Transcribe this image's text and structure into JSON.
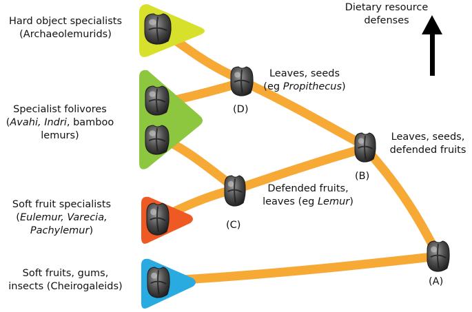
{
  "groups": {
    "hard_object": {
      "line1": "Hard object specialists",
      "line2": "(Archaeolemurids)"
    },
    "specialist_folivores": {
      "line1": "Specialist folivores",
      "line2_italic": "Avahi, Indri",
      "line2_rest": ", bamboo",
      "line3": "lemurs)"
    },
    "soft_fruit": {
      "line1": "Soft fruit specialists",
      "line2": "Eulemur, Varecia,",
      "line3": "Pachylemur"
    },
    "soft_fruits_gums": {
      "line1": "Soft fruits, gums,",
      "line2": "insects (Cheirogaleids)"
    }
  },
  "nodes": {
    "A": {
      "label": "(A)"
    },
    "B": {
      "label": "(B)",
      "diet_line1": "Leaves, seeds,",
      "diet_line2": "defended fruits"
    },
    "C": {
      "label": "(C)",
      "diet_line1": "Defended fruits,",
      "diet_line2_prefix": "leaves (eg ",
      "diet_line2_italic": "Lemur",
      "diet_line2_suffix": ")"
    },
    "D": {
      "label": "(D)",
      "diet_line1": "Leaves, seeds",
      "diet_line2_prefix": "(eg ",
      "diet_line2_italic": "Propithecus",
      "diet_line2_suffix": ")"
    }
  },
  "arrow": {
    "line1": "Dietary resource",
    "line2": "defenses"
  },
  "colors": {
    "branch": "#f7a935",
    "hard_object": "#d7e02a",
    "specialist_folivores": "#8dc63f",
    "soft_fruit": "#ef5a24",
    "soft_fruits_gums": "#29abe2",
    "tooth": "#4a4a4a"
  }
}
